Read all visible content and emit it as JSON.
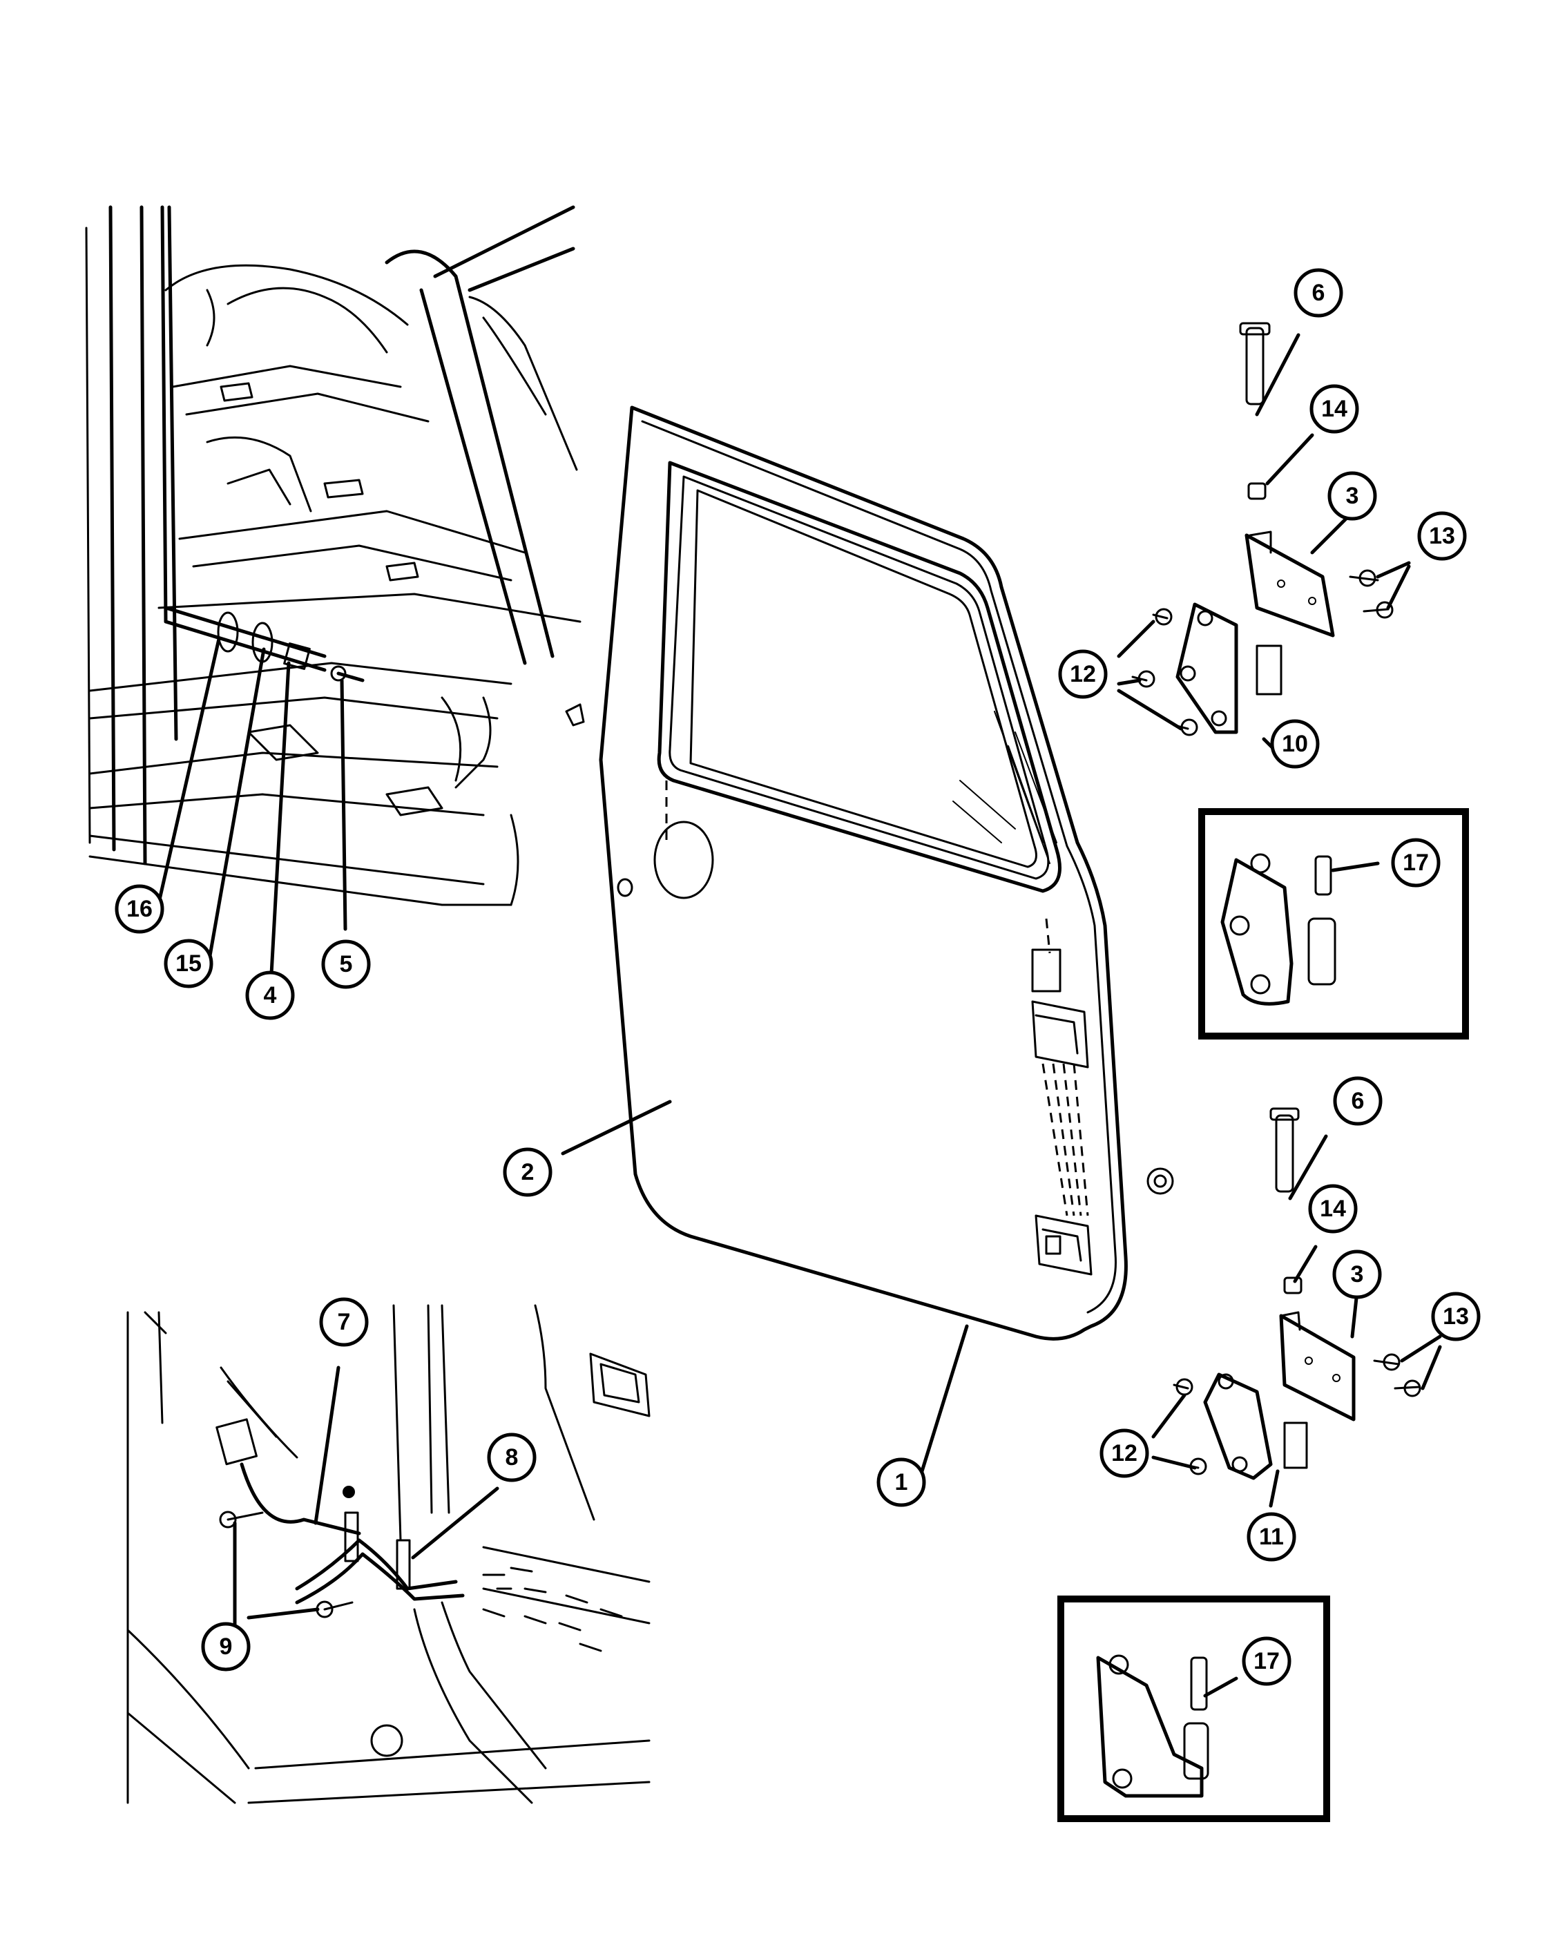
{
  "callouts": [
    {
      "id": "c1",
      "label": "1"
    },
    {
      "id": "c2",
      "label": "2"
    },
    {
      "id": "c3a",
      "label": "3"
    },
    {
      "id": "c3b",
      "label": "3"
    },
    {
      "id": "c4",
      "label": "4"
    },
    {
      "id": "c5",
      "label": "5"
    },
    {
      "id": "c6a",
      "label": "6"
    },
    {
      "id": "c6b",
      "label": "6"
    },
    {
      "id": "c7",
      "label": "7"
    },
    {
      "id": "c8",
      "label": "8"
    },
    {
      "id": "c9",
      "label": "9"
    },
    {
      "id": "c10",
      "label": "10"
    },
    {
      "id": "c11",
      "label": "11"
    },
    {
      "id": "c12a",
      "label": "12"
    },
    {
      "id": "c12b",
      "label": "12"
    },
    {
      "id": "c13a",
      "label": "13"
    },
    {
      "id": "c13b",
      "label": "13"
    },
    {
      "id": "c14a",
      "label": "14"
    },
    {
      "id": "c14b",
      "label": "14"
    },
    {
      "id": "c15",
      "label": "15"
    },
    {
      "id": "c16",
      "label": "16"
    },
    {
      "id": "c17a",
      "label": "17"
    },
    {
      "id": "c17b",
      "label": "17"
    }
  ]
}
